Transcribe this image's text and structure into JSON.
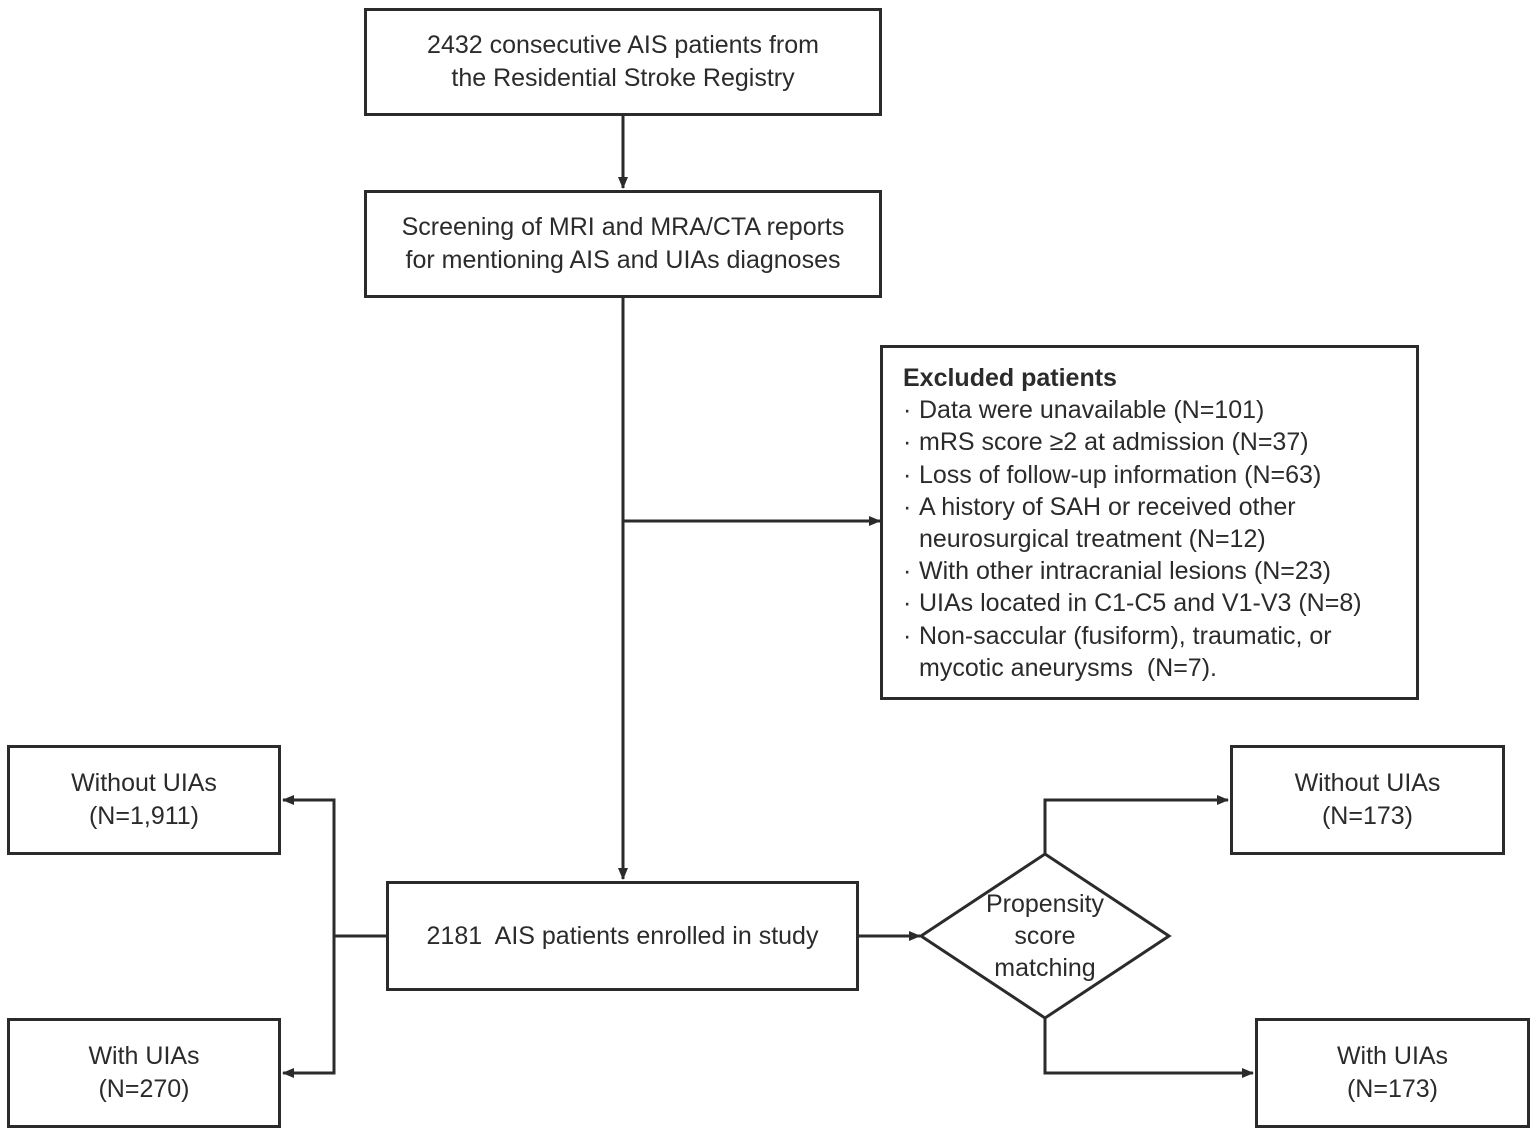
{
  "nodes": {
    "registry": [
      "2432 consecutive AIS patients from",
      "the Residential Stroke Registry"
    ],
    "screening": [
      "Screening of MRI and MRA/CTA reports",
      "for mentioning AIS and UIAs diagnoses"
    ],
    "excluded": {
      "title": "Excluded patients",
      "items": [
        [
          "Data were unavailable (N=101)"
        ],
        [
          "mRS score ≥2 at admission (N=37)"
        ],
        [
          "Loss of follow-up information (N=63)"
        ],
        [
          "A history of SAH or received other",
          "neurosurgical treatment (N=12)"
        ],
        [
          "With other intracranial lesions (N=23)"
        ],
        [
          "UIAs located in C1-C5 and V1-V3 (N=8)"
        ],
        [
          "Non-saccular (fusiform), traumatic, or",
          "mycotic aneurysms  (N=7)."
        ]
      ],
      "bullet": "·"
    },
    "enrolled": "2181  AIS patients enrolled in study",
    "left_without": [
      "Without UIAs",
      "(N=1,911)"
    ],
    "left_with": [
      "With UIAs",
      "(N=270)"
    ],
    "psm": [
      "Propensity",
      "score",
      "matching"
    ],
    "right_without": [
      "Without UIAs",
      "(N=173)"
    ],
    "right_with": [
      "With UIAs",
      "(N=173)"
    ]
  },
  "style": {
    "line_color": "#2b2b2b"
  }
}
